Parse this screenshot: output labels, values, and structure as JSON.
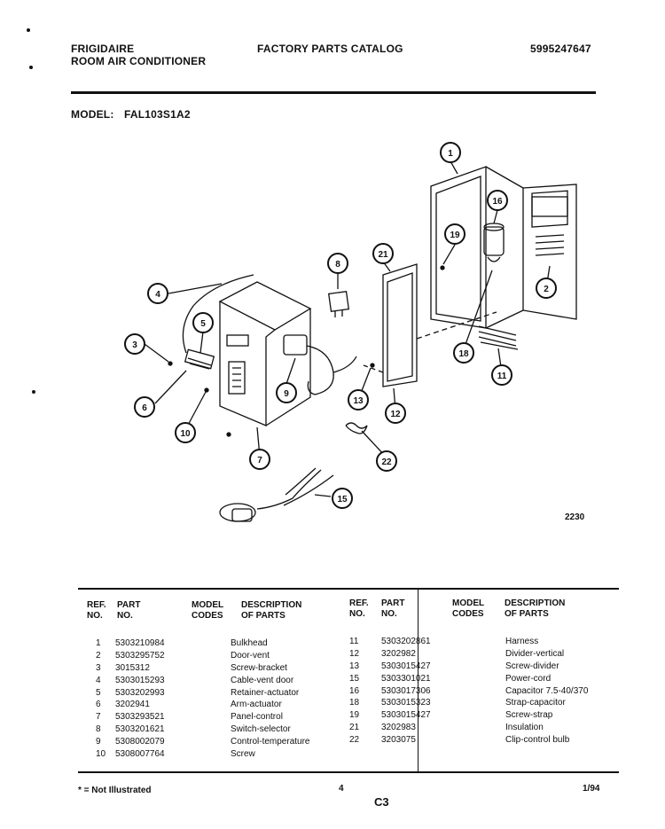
{
  "header": {
    "brand": "FRIGIDAIRE",
    "product": "ROOM AIR CONDITIONER",
    "catalog": "FACTORY PARTS CATALOG",
    "doc_number": "5995247647",
    "model_label": "MODEL:",
    "model_value": "FAL103S1A2"
  },
  "diagram": {
    "callouts": [
      "1",
      "16",
      "19",
      "2",
      "21",
      "8",
      "4",
      "5",
      "3",
      "6",
      "10",
      "9",
      "13",
      "12",
      "18",
      "11",
      "7",
      "22",
      "15"
    ],
    "code": "2230"
  },
  "table": {
    "headers": {
      "ref": [
        "REF.",
        "NO."
      ],
      "part": [
        "PART",
        "NO."
      ],
      "model": [
        "MODEL",
        "CODES"
      ],
      "desc": [
        "DESCRIPTION",
        "OF PARTS"
      ]
    },
    "left_rows": [
      {
        "ref": "1",
        "part": "5303210984",
        "desc": "Bulkhead"
      },
      {
        "ref": "2",
        "part": "5303295752",
        "desc": "Door-vent"
      },
      {
        "ref": "3",
        "part": "3015312",
        "desc": "Screw-bracket"
      },
      {
        "ref": "4",
        "part": "5303015293",
        "desc": "Cable-vent door"
      },
      {
        "ref": "5",
        "part": "5303202993",
        "desc": "Retainer-actuator"
      },
      {
        "ref": "6",
        "part": "3202941",
        "desc": "Arm-actuator"
      },
      {
        "ref": "7",
        "part": "5303293521",
        "desc": "Panel-control"
      },
      {
        "ref": "8",
        "part": "5303201621",
        "desc": "Switch-selector"
      },
      {
        "ref": "9",
        "part": "5308002079",
        "desc": "Control-temperature"
      },
      {
        "ref": "10",
        "part": "5308007764",
        "desc": "Screw"
      }
    ],
    "right_rows": [
      {
        "ref": "11",
        "part": "5303202861",
        "desc": "Harness"
      },
      {
        "ref": "12",
        "part": "3202982",
        "desc": "Divider-vertical"
      },
      {
        "ref": "13",
        "part": "5303015427",
        "desc": "Screw-divider"
      },
      {
        "ref": "15",
        "part": "5303301021",
        "desc": "Power-cord"
      },
      {
        "ref": "16",
        "part": "5303017306",
        "desc": "Capacitor 7.5-40/370"
      },
      {
        "ref": "18",
        "part": "5303015323",
        "desc": "Strap-capacitor"
      },
      {
        "ref": "19",
        "part": "5303015427",
        "desc": "Screw-strap"
      },
      {
        "ref": "21",
        "part": "3202983",
        "desc": "Insulation"
      },
      {
        "ref": "22",
        "part": "3203075",
        "desc": "Clip-control bulb"
      }
    ]
  },
  "footer": {
    "note": "* = Not Illustrated",
    "page": "4",
    "section": "C3",
    "date": "1/94"
  }
}
